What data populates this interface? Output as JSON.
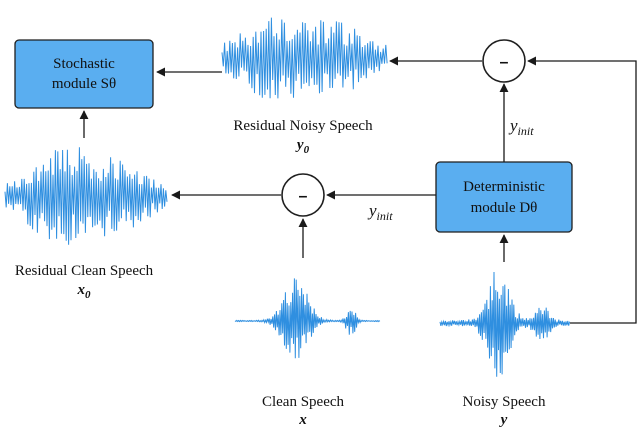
{
  "colors": {
    "box_fill": "#5aaef0",
    "waveform": "#2f8fe0",
    "line": "#1a1a1a"
  },
  "stochastic_module": {
    "line1": "Stochastic",
    "line2": "module Sθ"
  },
  "deterministic_module": {
    "line1": "Deterministic",
    "line2": "module Dθ"
  },
  "subtract_symbol": "–",
  "y_init_base": "y",
  "y_init_sub": "init",
  "labels": {
    "residual_noisy": {
      "name": "Residual Noisy Speech",
      "symbol_base": "y",
      "symbol_sub": "0"
    },
    "residual_clean": {
      "name": "Residual Clean Speech",
      "symbol_base": "x",
      "symbol_sub": "0"
    },
    "clean": {
      "name": "Clean Speech",
      "symbol": "x"
    },
    "noisy": {
      "name": "Noisy Speech",
      "symbol": "y"
    }
  }
}
